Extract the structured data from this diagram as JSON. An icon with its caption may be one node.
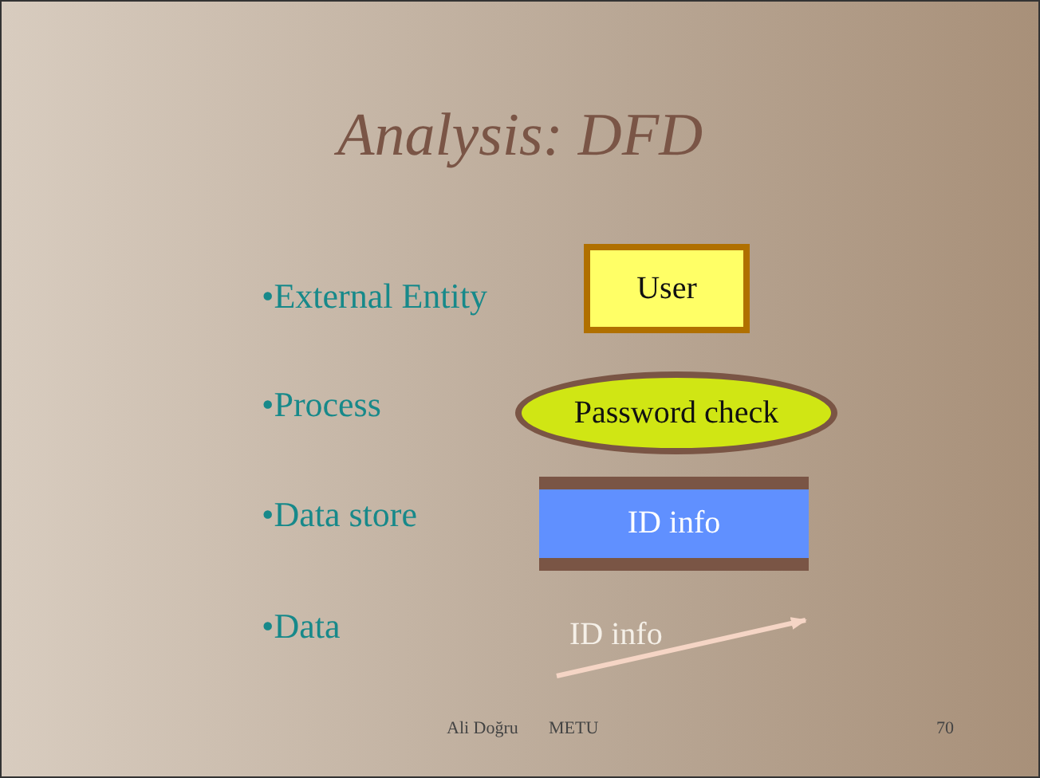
{
  "diagram": {
    "title": "Analysis: DFD",
    "nodes": [
      {
        "text": [
          "User"
        ]
      },
      {
        "text": [
          "Password check"
        ]
      },
      {
        "text": [
          "ID info"
        ]
      }
    ],
    "labels": [
      "•External Entity",
      "•Process",
      "•Data store",
      "•Data",
      "ID info",
      "Ali Doğru",
      "METU",
      "70"
    ]
  }
}
